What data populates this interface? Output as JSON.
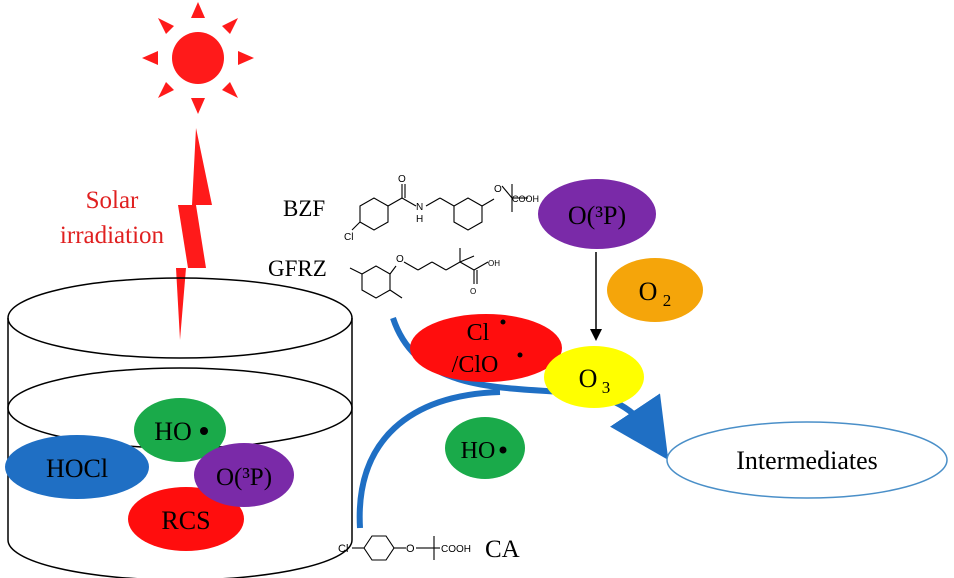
{
  "colors": {
    "sun": "#ff1a1a",
    "bolt": "#ff1a1a",
    "arrow": "#1f6fc4",
    "ho_green": "#1aaa4a",
    "hocl_blue": "#1f6fc4",
    "o3p_purple": "#7a2aa8",
    "rcs_red": "#ff0d0d",
    "o2_orange": "#f5a50a",
    "o3_yellow": "#ffff00",
    "intermediates_border": "#4a8fc8"
  },
  "labels": {
    "solar_line1": "Solar",
    "solar_line2": "irradiation",
    "bzf": "BZF",
    "gfrz": "GFRZ",
    "ca": "CA",
    "intermediates": "Intermediates"
  },
  "species": {
    "o3p_top": "O(³P)",
    "o2": "O",
    "o2_sub": "2",
    "cl_radical": "Cl",
    "clo_radical": "/ClO",
    "o3": "O",
    "o3_sub": "3",
    "ho_mid": "HO",
    "ho_beaker": "HO",
    "hocl": "HOCl",
    "o3p_beaker": "O(³P)",
    "rcs": "RCS"
  },
  "structures": {
    "bzf_cl": "Cl",
    "bzf_o": "O",
    "bzf_nh": "N",
    "bzf_h": "H",
    "bzf_ether_o": "O",
    "bzf_cooh": "COOH",
    "gfrz_o": "O",
    "gfrz_oh": "OH",
    "gfrz_o2": "O",
    "ca_cl": "Cl",
    "ca_o": "O",
    "ca_cooh": "COOH"
  }
}
